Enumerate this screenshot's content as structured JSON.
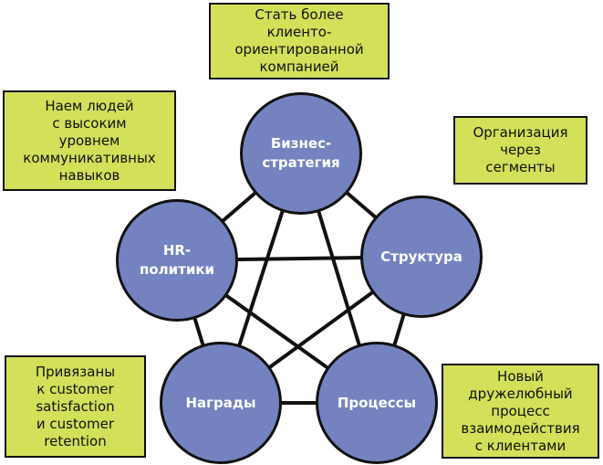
{
  "colors": {
    "note_fill": "#d2e05a",
    "node_fill": "#7483c0",
    "line": "#111111"
  },
  "nodes": [
    {
      "id": "strategy",
      "label": "Бизнес-\nстратегия"
    },
    {
      "id": "structure",
      "label": "Структура"
    },
    {
      "id": "processes",
      "label": "Процессы"
    },
    {
      "id": "rewards",
      "label": "Награды"
    },
    {
      "id": "hr",
      "label": "HR-\nполитики"
    }
  ],
  "notes": [
    {
      "id": "strategy-note",
      "text": "Стать более\nклиенто-\nориентированной\nкомпанией"
    },
    {
      "id": "hr-note",
      "text": "Наем людей\nс высоким\nуровнем\nкоммуникативных\nнавыков"
    },
    {
      "id": "structure-note",
      "text": "Организация\nчерез\nсегменты"
    },
    {
      "id": "rewards-note",
      "text": "Привязаны\nк customer\nsatisfaction\nи customer\nretention"
    },
    {
      "id": "processes-note",
      "text": "Новый\nдружелюбный\nпроцесс\nвзаимодействия\nс клиентами"
    }
  ],
  "connections": [
    [
      "strategy",
      "structure"
    ],
    [
      "strategy",
      "processes"
    ],
    [
      "strategy",
      "rewards"
    ],
    [
      "strategy",
      "hr"
    ],
    [
      "structure",
      "processes"
    ],
    [
      "structure",
      "rewards"
    ],
    [
      "structure",
      "hr"
    ],
    [
      "processes",
      "rewards"
    ],
    [
      "processes",
      "hr"
    ],
    [
      "rewards",
      "hr"
    ]
  ]
}
